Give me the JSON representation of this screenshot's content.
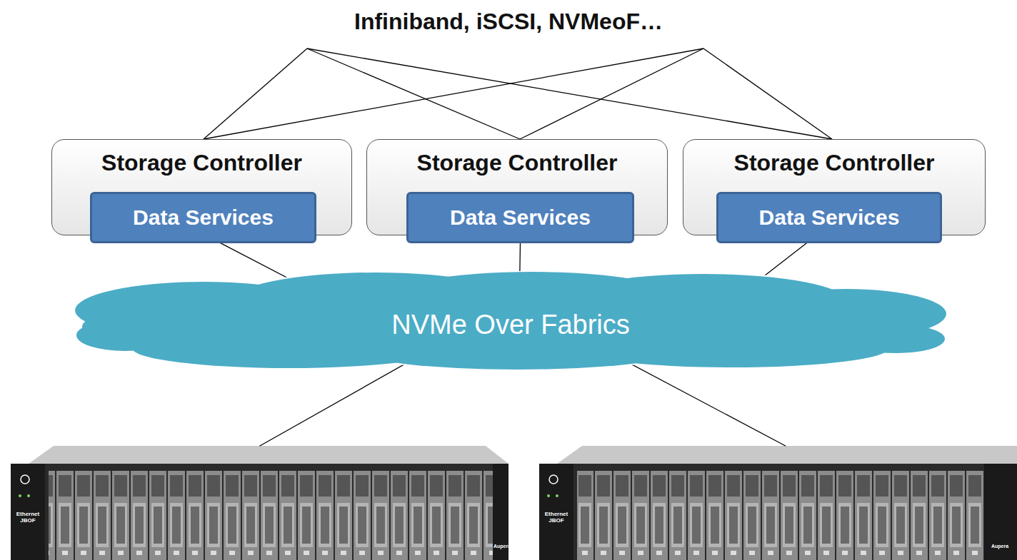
{
  "diagram": {
    "nodes": [
      {
        "text": [
          "Storage Controller"
        ]
      },
      {
        "text": [
          "Data Services"
        ],
        "in": 0
      },
      {
        "text": [
          "Storage Controller"
        ]
      },
      {
        "text": [
          "Data Services"
        ],
        "in": 2
      },
      {
        "text": [
          "Storage Controller"
        ]
      },
      {
        "text": [
          "Data Services"
        ],
        "in": 4
      },
      {
        "text": [
          "NVMe Over Fabrics"
        ]
      },
      {
        "text": [
          "Ethernet JBOF",
          "Aupera"
        ]
      },
      {
        "text": [
          "Ethernet JBOF",
          "Aupera"
        ]
      }
    ],
    "edges": [
      {
        "from": 1,
        "to": 6,
        "arrow": "none"
      },
      {
        "from": 3,
        "to": 6,
        "arrow": "none"
      },
      {
        "from": 5,
        "to": 6,
        "arrow": "none"
      },
      {
        "from": 6,
        "to": 7,
        "arrow": "none"
      },
      {
        "from": 6,
        "to": 8,
        "arrow": "none"
      }
    ],
    "labels": [
      "Infiniband, iSCSI, NVMeoF…"
    ]
  }
}
